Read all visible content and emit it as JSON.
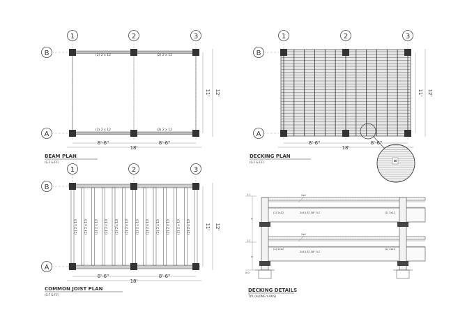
{
  "grid_numbers": [
    "1",
    "2",
    "3"
  ],
  "grid_letters": [
    "B",
    "A"
  ],
  "dims": {
    "bay": "8'-6\"",
    "total": "18'",
    "inner": "11'",
    "outer": "12'"
  },
  "beam_label": "(2) 2 x 12",
  "joist_label": "(2) 2 x 10",
  "titles": {
    "beam": "BEAM PLAN",
    "decking": "DECKING PLAN",
    "joist": "COMMON JOIST PLAN",
    "details": "DECKING DETAILS"
  },
  "subtitles": {
    "beam": "(G.F & F.F)",
    "decking": "(G.F & F.F)",
    "joist": "(G.F & F.F)",
    "details": "TYP. (ALONG Y-AXIS)"
  },
  "details": {
    "deck": "2x4",
    "joist_spacing": "2x10 AT 18\" O.C",
    "beam_left": "(2) 2x12",
    "beam_right": "(2) 2x12",
    "level_top": "1.1",
    "level_bottom": "1.1",
    "dim_upper": "2'",
    "dim_lower": "3'",
    "ground": "0.0"
  }
}
